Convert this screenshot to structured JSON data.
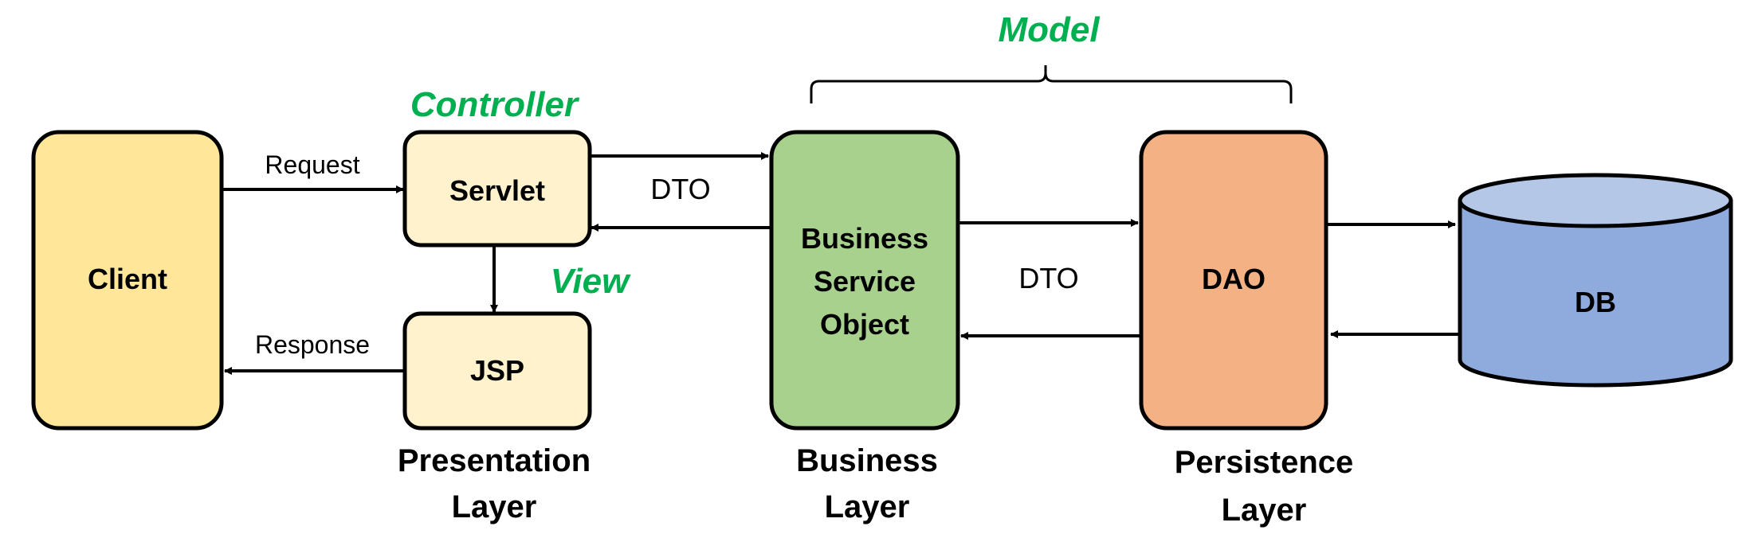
{
  "colors": {
    "client_fill": "#FFE699",
    "presentation_fill": "#FFF2CC",
    "business_fill": "#A9D18E",
    "persistence_fill": "#F4B183",
    "db_fill": "#8FAADC",
    "db_top_fill": "#B4C7E7",
    "outline": "#000000",
    "mvc_green": "#00B050"
  },
  "mvc": {
    "controller": "Controller",
    "view": "View",
    "model": "Model"
  },
  "nodes": {
    "client": "Client",
    "servlet": "Servlet",
    "jsp": "JSP",
    "bso_line1": "Business",
    "bso_line2": "Service",
    "bso_line3": "Object",
    "dao": "DAO",
    "db": "DB"
  },
  "edges": {
    "request": "Request",
    "response": "Response",
    "dto_servlet_bso": "DTO",
    "dto_bso_dao": "DTO"
  },
  "layers": {
    "presentation_line1": "Presentation",
    "presentation_line2": "Layer",
    "business_line1": "Business",
    "business_line2": "Layer",
    "persistence_line1": "Persistence",
    "persistence_line2": "Layer"
  }
}
